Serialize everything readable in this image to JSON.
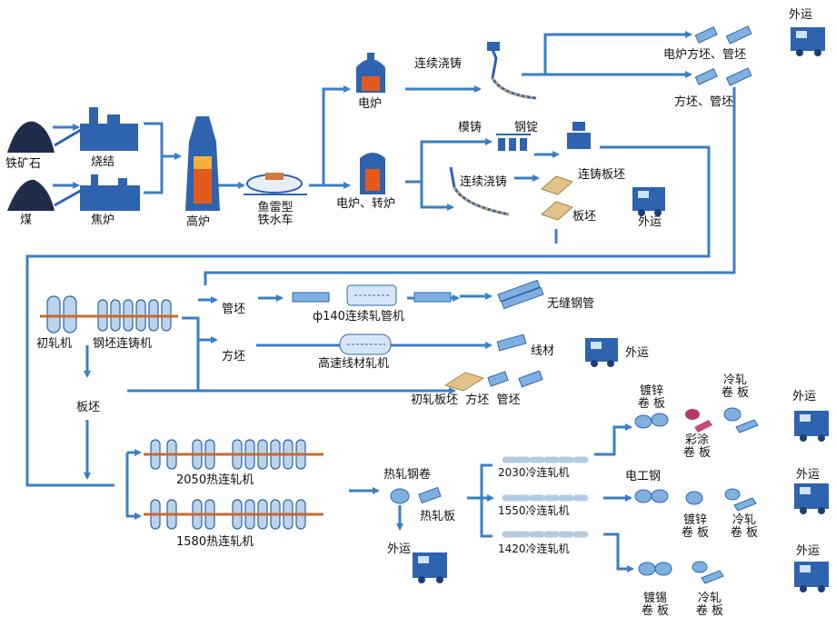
{
  "diagram": {
    "colors": {
      "arrow": "#3a7fc6",
      "equipment": "#2e63b0",
      "slab": "#e3c28a",
      "molten": "#e25a1c",
      "strip": "#c76a2e"
    },
    "icons": [
      "ore-pile-icon",
      "sinter-plant-icon",
      "coal-pile-icon",
      "coke-oven-icon",
      "blast-furnace-icon",
      "torpedo-car-icon",
      "electric-furnace-icon",
      "converter-icon",
      "continuous-caster-icon",
      "ingot-mold-icon",
      "billet-icon",
      "slab-icon",
      "rolling-mill-icon",
      "coil-icon",
      "truck-icon"
    ],
    "labels": {
      "iron_ore": "铁矿石",
      "sintering": "烧结",
      "coal": "煤",
      "coking": "焦炉",
      "blast_furnace": "高炉",
      "torpedo_car": "鱼雷型\n铁水车",
      "electric_furnace_top": "电炉",
      "electric_converter": "电炉、转炉",
      "continuous_casting_top": "连续浇铸",
      "ingot_casting": "模铸",
      "steel_ingot": "钢锭",
      "continuous_casting_mid": "连续浇铸",
      "ef_billet_pipe": "电炉方坯、管坯",
      "billet_pipe": "方坯、管坯",
      "cc_slab": "连铸板坯",
      "slab": "板坯",
      "ship_out_1": "外运",
      "ship_out_2": "外运",
      "ship_out_3": "外运",
      "roughing_mill": "初轧机",
      "billet_caster": "钢坯连铸机",
      "tube_blank": "管坯",
      "square_billet": "方坯",
      "slab_blank": "板坯",
      "tube_mill": "ф140连续轧管机",
      "wire_mill": "高速线材轧机",
      "seamless_pipe": "无缝钢管",
      "wire_rod": "线材",
      "rough_products": "初轧板坯  方坯  管坯",
      "hsm_2050": "2050热连轧机",
      "hsm_1580": "1580热连轧机",
      "hot_coil": "热轧钢卷",
      "hot_plate": "热轧板",
      "ship_out_4": "外运",
      "cold_2030": "2030冷连轧机",
      "cold_1550": "1550冷连轧机",
      "cold_1420": "1420冷连轧机",
      "galvanized_1": "镀锌\n卷 板",
      "cold_rolled_1": "冷轧\n卷 板",
      "color_coated": "彩涂\n卷 板",
      "ship_out_5": "外运",
      "electrical_steel": "电工钢",
      "galvanized_2": "镀锌\n卷 板",
      "cold_rolled_2": "冷轧\n卷 板",
      "ship_out_6": "外运",
      "tinned": "镀锡\n卷 板",
      "cold_rolled_3": "冷轧\n卷 板",
      "ship_out_7": "外运"
    }
  }
}
